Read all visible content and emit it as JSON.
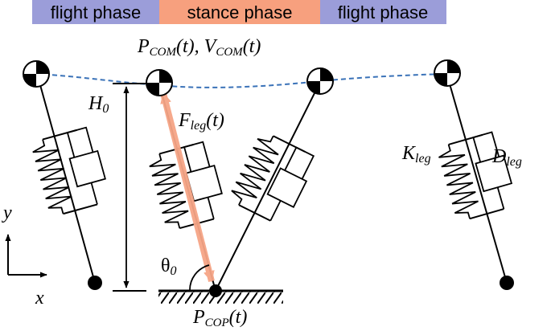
{
  "phases": [
    {
      "label": "flight phase",
      "color": "#9b9dd9"
    },
    {
      "label": "stance phase",
      "color": "#f7a07e"
    },
    {
      "label": "flight phase",
      "color": "#9b9dd9"
    }
  ],
  "colors": {
    "trajectory": "#3a72b8",
    "force_arrow": "#f6a586",
    "ink": "#000000"
  },
  "labels": {
    "com_main": "P",
    "com_sub": "COM",
    "com_arg": "(t), ",
    "vel_main": "V",
    "vel_sub": "COM",
    "vel_arg": "(t)",
    "h0_main": "H",
    "h0_sub": "0",
    "force_main": "F",
    "force_sub": "leg",
    "force_arg": "(t)",
    "theta_main": "θ",
    "theta_sub": "0",
    "k_main": "K",
    "k_sub": "leg",
    "d_main": "D",
    "d_sub": "leg",
    "cop_main": "P",
    "cop_sub": "COP",
    "cop_arg": "(t)",
    "axis_y": "y",
    "axis_x": "x"
  }
}
